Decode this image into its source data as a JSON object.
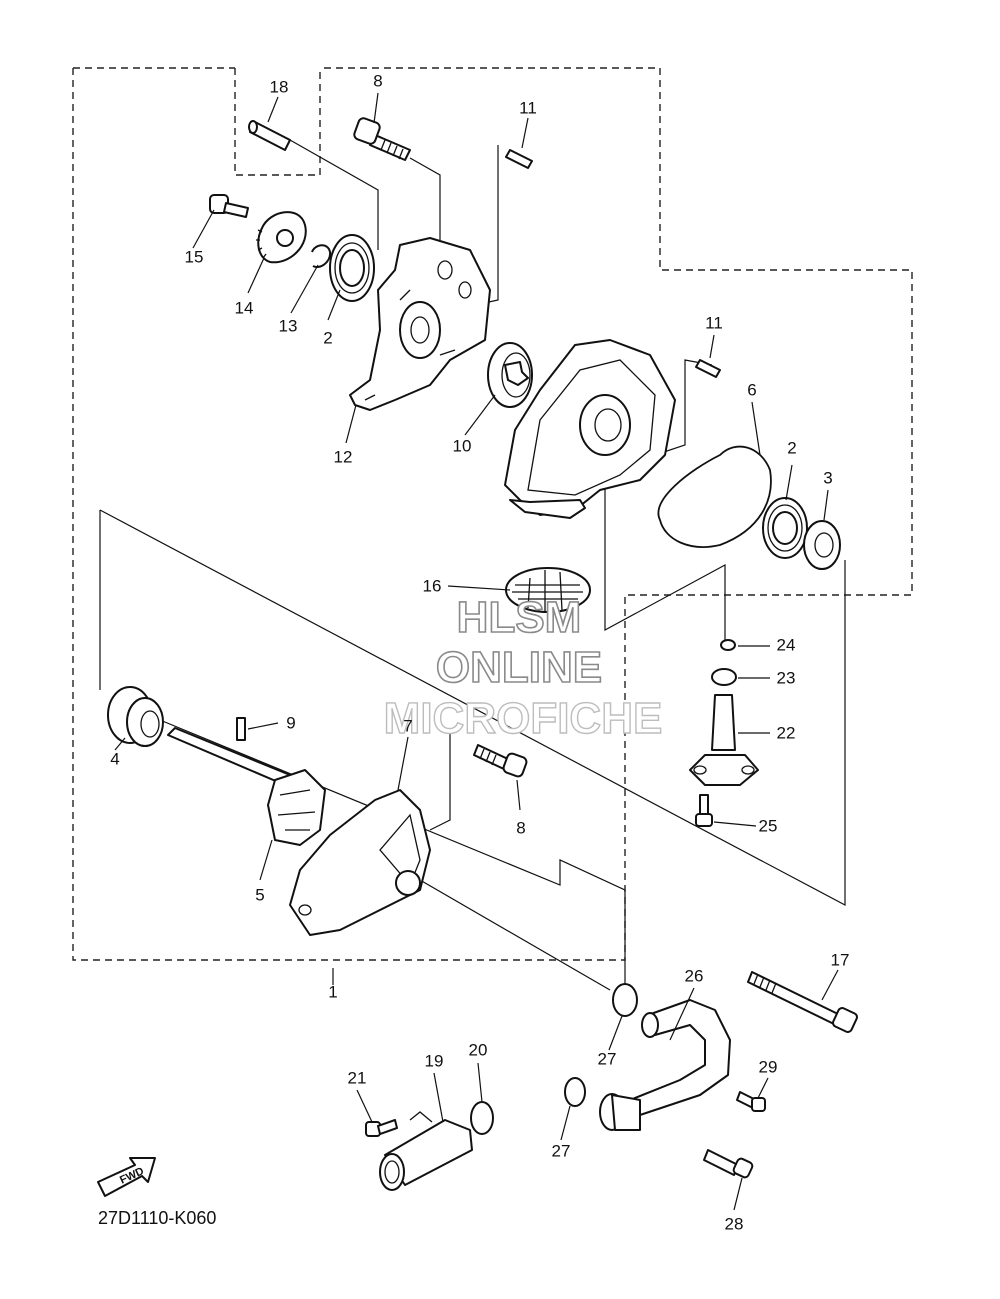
{
  "diagram": {
    "diagram_code": "27D1110-K060",
    "fwd_label": "FWD",
    "watermark": {
      "line1": "HLSM",
      "line2": "ONLINE",
      "line3": "MICROFICHE"
    },
    "callouts": [
      "1",
      "2",
      "2",
      "3",
      "4",
      "5",
      "6",
      "7",
      "8",
      "8",
      "9",
      "10",
      "11",
      "11",
      "12",
      "13",
      "14",
      "15",
      "16",
      "17",
      "18",
      "19",
      "20",
      "21",
      "22",
      "23",
      "24",
      "25",
      "26",
      "27",
      "27",
      "28",
      "29"
    ]
  }
}
